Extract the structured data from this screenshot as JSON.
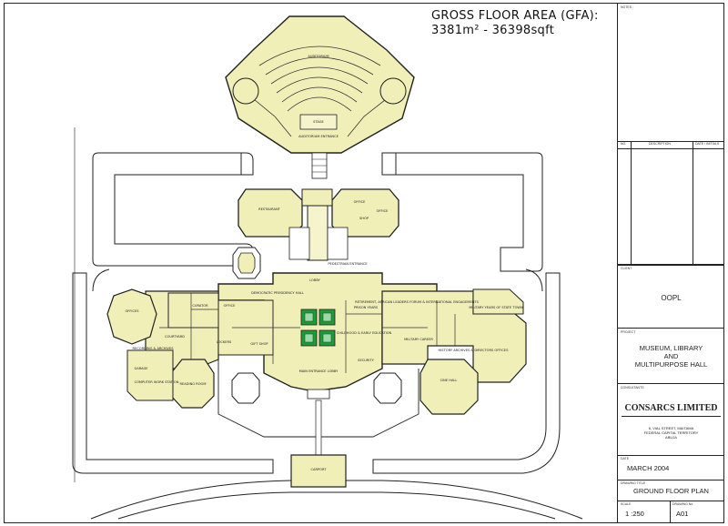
{
  "gfa": {
    "title": "GROSS FLOOR AREA (GFA):",
    "value": "3381m² - 36398sqft"
  },
  "rooms": {
    "auditorium": "AUDITORIUM",
    "stage": "STAGE",
    "entrance_top": "AUDITORIUM ENTRANCE",
    "restaurant": "RESTAURANT",
    "office_a": "OFFICE",
    "shop": "SHOP",
    "office_b": "OFFICE",
    "lobby": "LOBBY",
    "democratic": "DEMOCRATIC PRESIDENCY HALL",
    "prison_years": "PRISON YEARS",
    "retirement": "RETIREMENT, AFRICAN LEADERS FORUM & INTERNATIONAL ENGAGEMENTS",
    "military": "MILITARY YEARS OF STATE TOWN",
    "childhood": "CHILDHOOD & EARLY EDUCATION",
    "military_career": "MILITARY CAREER",
    "offices_left": "OFFICES",
    "curator": "CURATOR",
    "office_c": "OFFICE",
    "courtyard": "COURTYARD",
    "recording": "RECORDING & ARCHIVES",
    "lockers": "LOCKERS",
    "gift_shop": "GIFT SHOP",
    "garage": "GARAGE",
    "computer": "COMPUTER WORK STATION",
    "reading": "READING ROOM",
    "main_entrance": "MAIN ENTRANCE LOBBY",
    "history": "HISTORY ARCHIVES & DIRECTORS OFFICES",
    "cine_hall": "CINE HALL",
    "carport": "CARPORT",
    "security": "SECURITY",
    "pedestrian": "PEDESTRIAN ENTRANCE"
  },
  "titleblock": {
    "notes_label": "NOTES :",
    "rev_no": "NO.",
    "rev_desc": "DESCRIPTION",
    "rev_date": "DATE / INITIALS",
    "client_label": "CLIENT",
    "client": "OOPL",
    "project_label": "PROJECT",
    "project_line1": "MUSEUM, LIBRARY",
    "project_line2": "AND",
    "project_line3": "MULTIPURPOSE HALL",
    "consultants_label": "CONSULTANTS",
    "firm": "CONSARCS LIMITED",
    "address1": "6, VIAL STREET, MAITAMA",
    "address2": "FEDERAL CAPITAL TERRITORY",
    "address3": "ABUJA",
    "date_label": "DATE",
    "date": "MARCH  2004",
    "drawing_title_label": "DRAWING TITLE",
    "drawing_title": "GROUND FLOOR PLAN",
    "scale_label": "SCALE",
    "scale": "1 :250",
    "drawing_no_label": "DRAWING No.",
    "drawing_no": "A01"
  },
  "colors": {
    "floor": "#f1efb8",
    "wall": "#222222",
    "green": "#1f9a3a",
    "road": "#ffffff"
  }
}
